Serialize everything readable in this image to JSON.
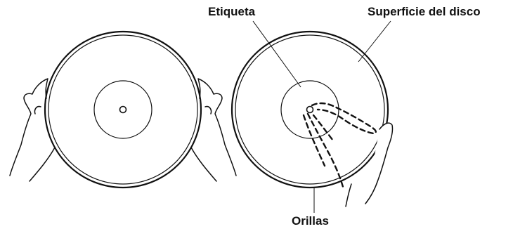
{
  "labels": {
    "etiqueta": "Etiqueta",
    "superficie": "Superficie del disco",
    "orillas": "Orillas"
  }
}
